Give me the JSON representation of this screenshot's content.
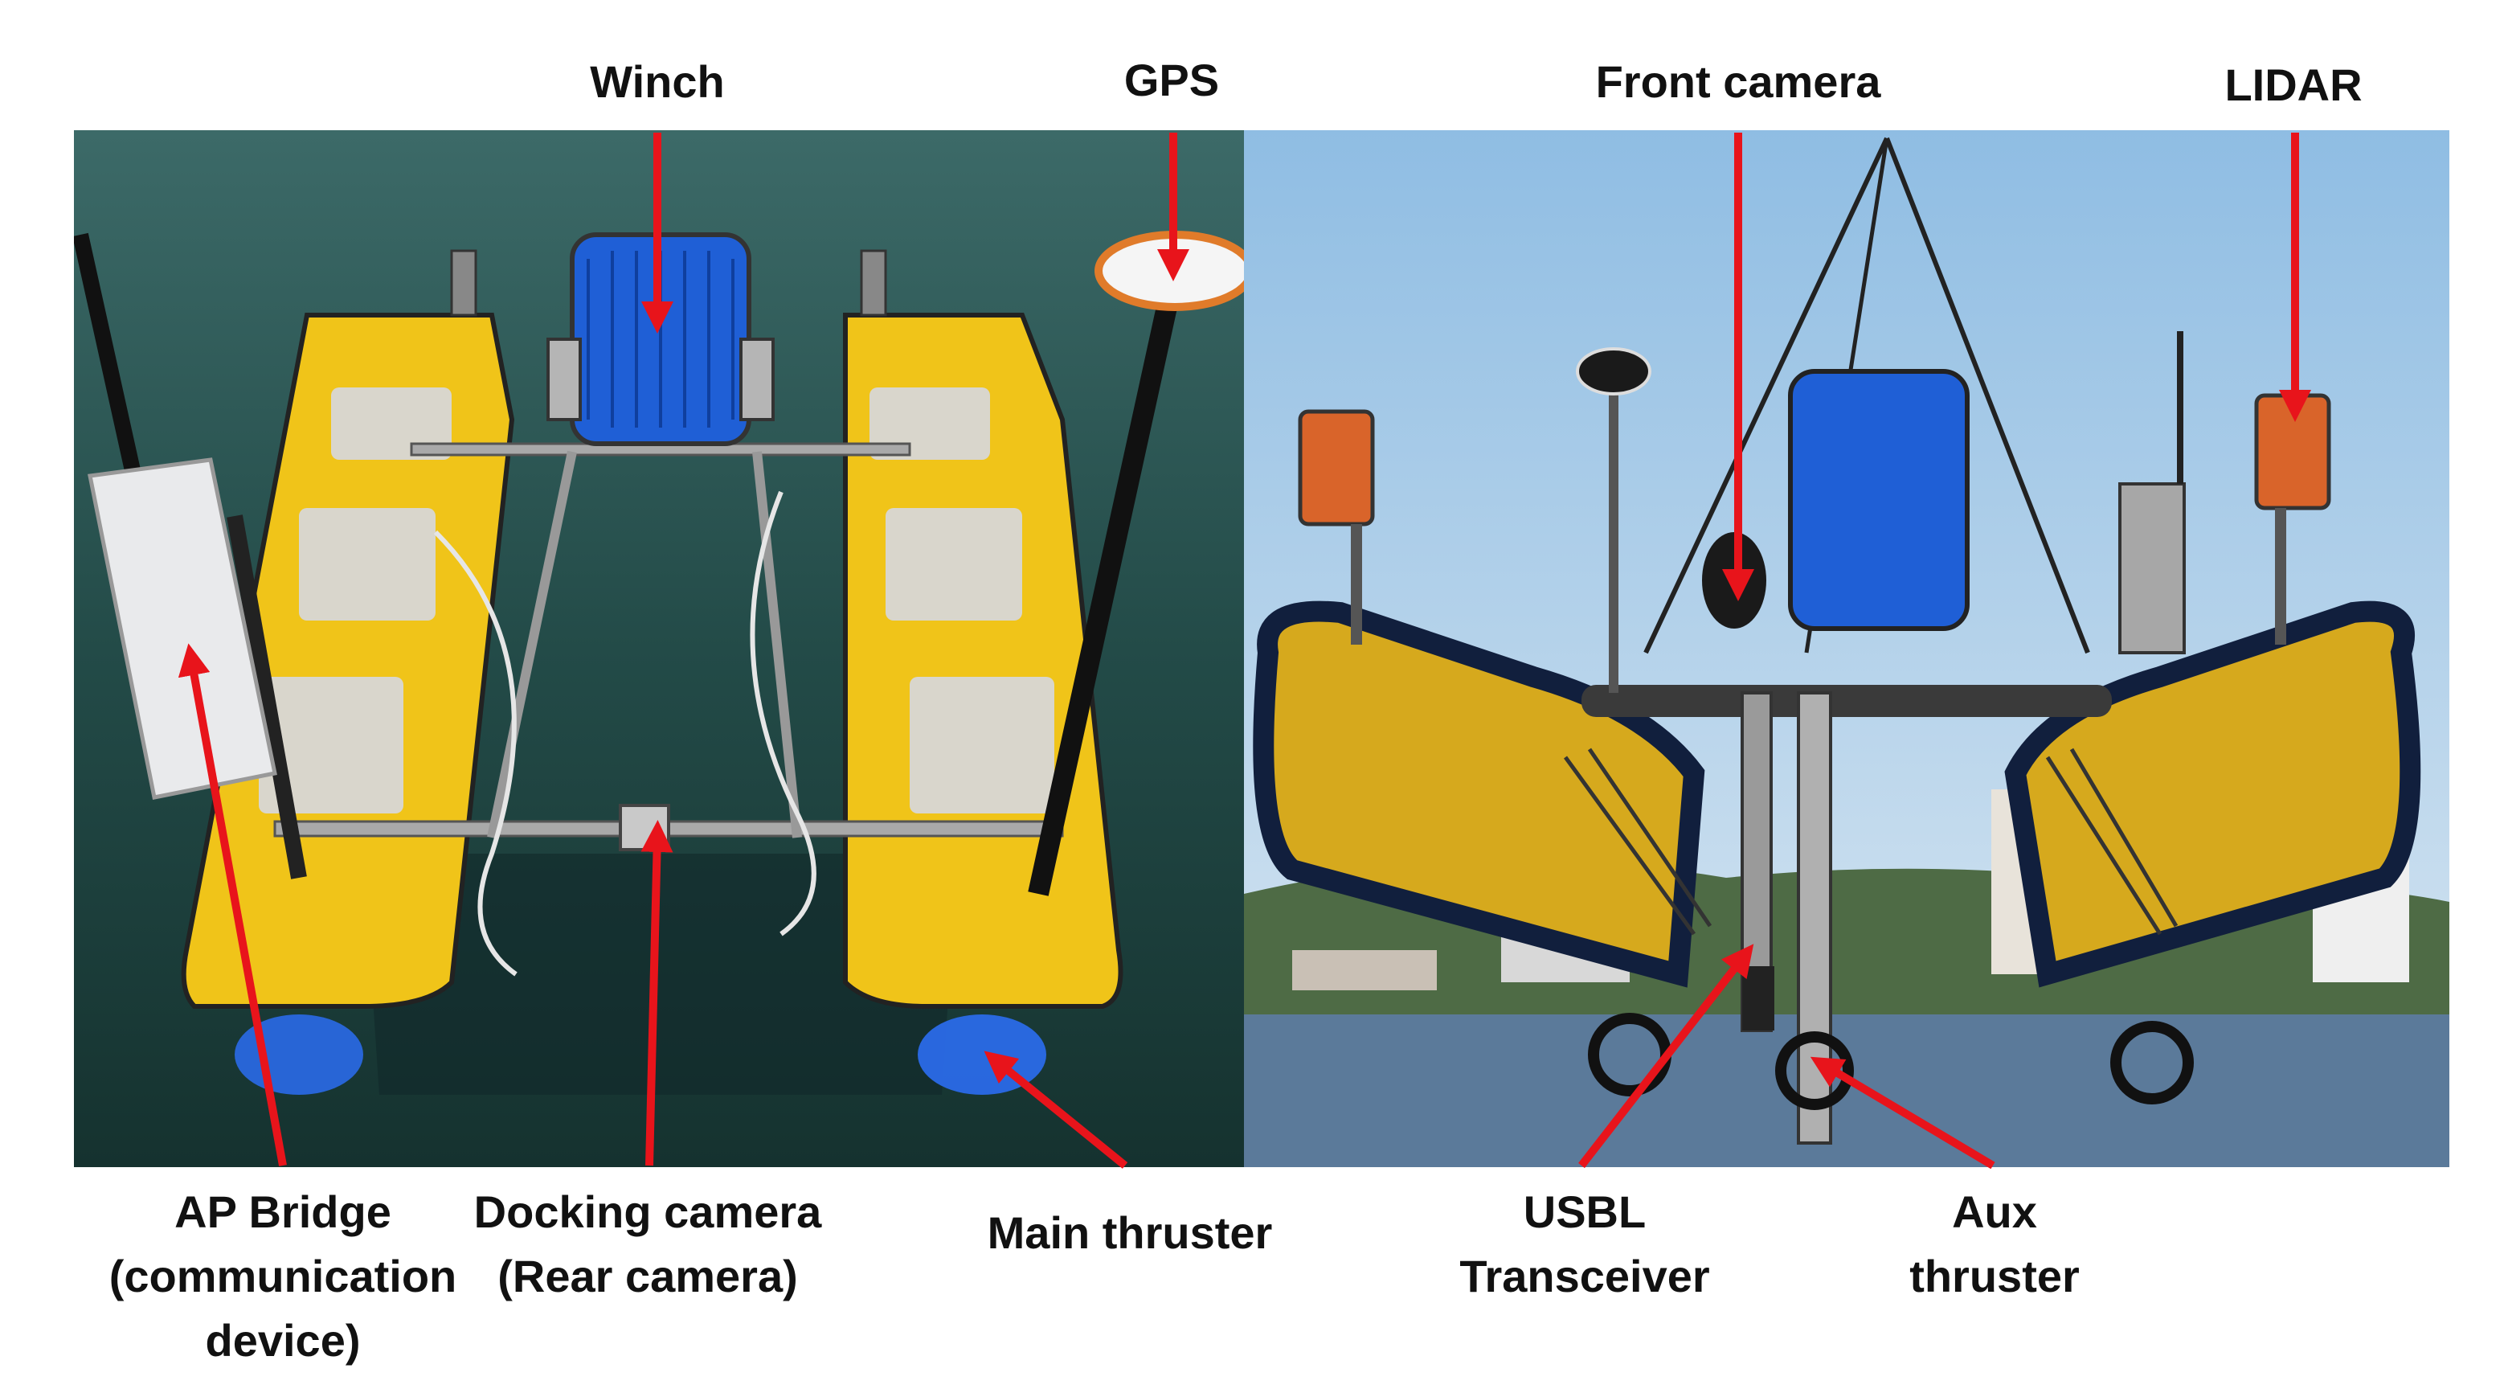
{
  "labels": {
    "winch": "Winch",
    "gps": "GPS",
    "front_camera": "Front camera",
    "lidar": "LIDAR",
    "ap_bridge": [
      "AP Bridge",
      "(communication",
      "device)"
    ],
    "docking_camera": [
      "Docking camera",
      "(Rear camera)"
    ],
    "main_thruster": "Main thruster",
    "usbl": [
      "USBL",
      "Transceiver"
    ],
    "aux_thruster": [
      "Aux",
      "thruster"
    ]
  },
  "colors": {
    "arrow": "#e8141b",
    "hull_yellow": "#f0c419",
    "water": "#1f4a46",
    "sky": "#a9cbe6",
    "reel_blue": "#1f5fd6",
    "thruster_blue": "#2a6ae8",
    "sensor_orange": "#d9642a"
  }
}
